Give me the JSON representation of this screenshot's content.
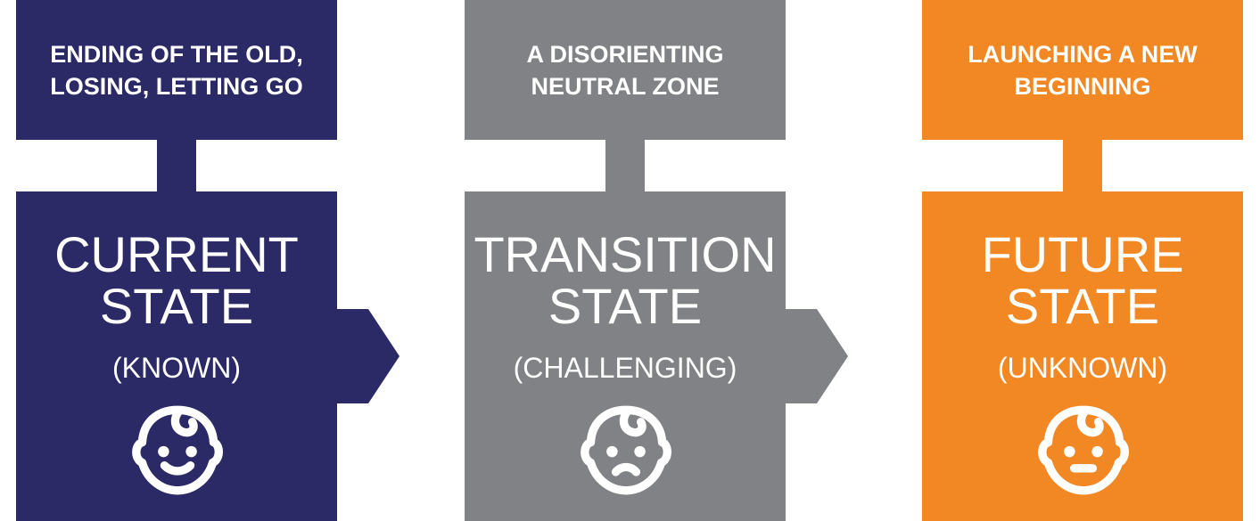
{
  "colors": {
    "current": "#2b2a66",
    "transition": "#818285",
    "future": "#f28823"
  },
  "stages": [
    {
      "top_lines": [
        "ENDING OF THE OLD,",
        "LOSING, LETTING GO"
      ],
      "name_lines": [
        "CURRENT",
        "STATE"
      ],
      "subtitle": "(KNOWN)",
      "face_icon": "smiling-baby-face-icon"
    },
    {
      "top_lines": [
        "A DISORIENTING",
        "NEUTRAL ZONE"
      ],
      "name_lines": [
        "TRANSITION",
        "STATE"
      ],
      "subtitle": "(CHALLENGING)",
      "face_icon": "frowning-baby-face-icon"
    },
    {
      "top_lines": [
        "LAUNCHING A NEW",
        "BEGINNING"
      ],
      "name_lines": [
        "FUTURE",
        "STATE"
      ],
      "subtitle": "(UNKNOWN)",
      "face_icon": "neutral-baby-face-icon"
    }
  ]
}
